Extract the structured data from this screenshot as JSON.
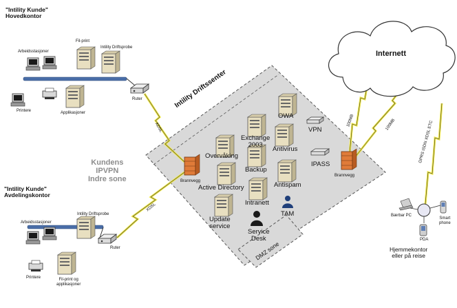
{
  "hq": {
    "title_line1": "\"Intility Kunde\"",
    "title_line2": "Hovedkontor",
    "workstations": "Arbeidsstasjoner",
    "fileprint": "Fil-print",
    "probe": "Intility Driftsprobe",
    "printers": "Printere",
    "apps": "Applikasjoner",
    "router": "Ruter",
    "link": "XDSL"
  },
  "branch": {
    "title_line1": "\"Intility Kunde\"",
    "title_line2": "Avdelingskontor",
    "workstations": "Arbeidsstasjoner",
    "probe": "Intility Driftsprobe",
    "printers": "Printere",
    "fileprint_line1": "Fil-print og",
    "fileprint_line2": "applikasjoner",
    "router": "Ruter",
    "link": "XDSL"
  },
  "vpn_zone": {
    "line1": "Kundens",
    "line2": "IPVPN",
    "line3": "Indre sone"
  },
  "center": {
    "title": "Intility Driftssenter",
    "firewall_left": "Brannvegg",
    "firewall_right": "Brannvegg",
    "dmz": "DMZ sone",
    "services": {
      "overvaking": "Overvåking",
      "exchange_line1": "Exchange",
      "exchange_line2": "2003",
      "owa": "OWA",
      "vpn": "VPN",
      "antivirus": "Antivirus",
      "backup": "Backup",
      "ipass": "IPASS",
      "active_directory": "Active Directory",
      "antispam": "Antispam",
      "intranett": "Intranett",
      "tam": "TAM",
      "update_line1": "Update",
      "update_line2": "service",
      "servicedesk_line1": "Service",
      "servicedesk_line2": "Desk"
    }
  },
  "internet": {
    "label": "Internett",
    "link1": "100MB",
    "link2": "100MB",
    "link3": "GPRS ISDN XDSL ETC"
  },
  "home": {
    "laptop": "Bærbar PC",
    "pda": "PDA",
    "phone_line1": "Smart",
    "phone_line2": "phone",
    "title_line1": "Hjemmekontor",
    "title_line2": "eller på reise"
  },
  "colors": {
    "cloud": "#ffffff",
    "lan_bar": "#4a6ea8",
    "firewall": "#e07b39",
    "lightning": "#f2ea4a",
    "zone_fill": "#d9d9d9",
    "server": "#e8dfc0",
    "person": "#1f3f7a"
  }
}
